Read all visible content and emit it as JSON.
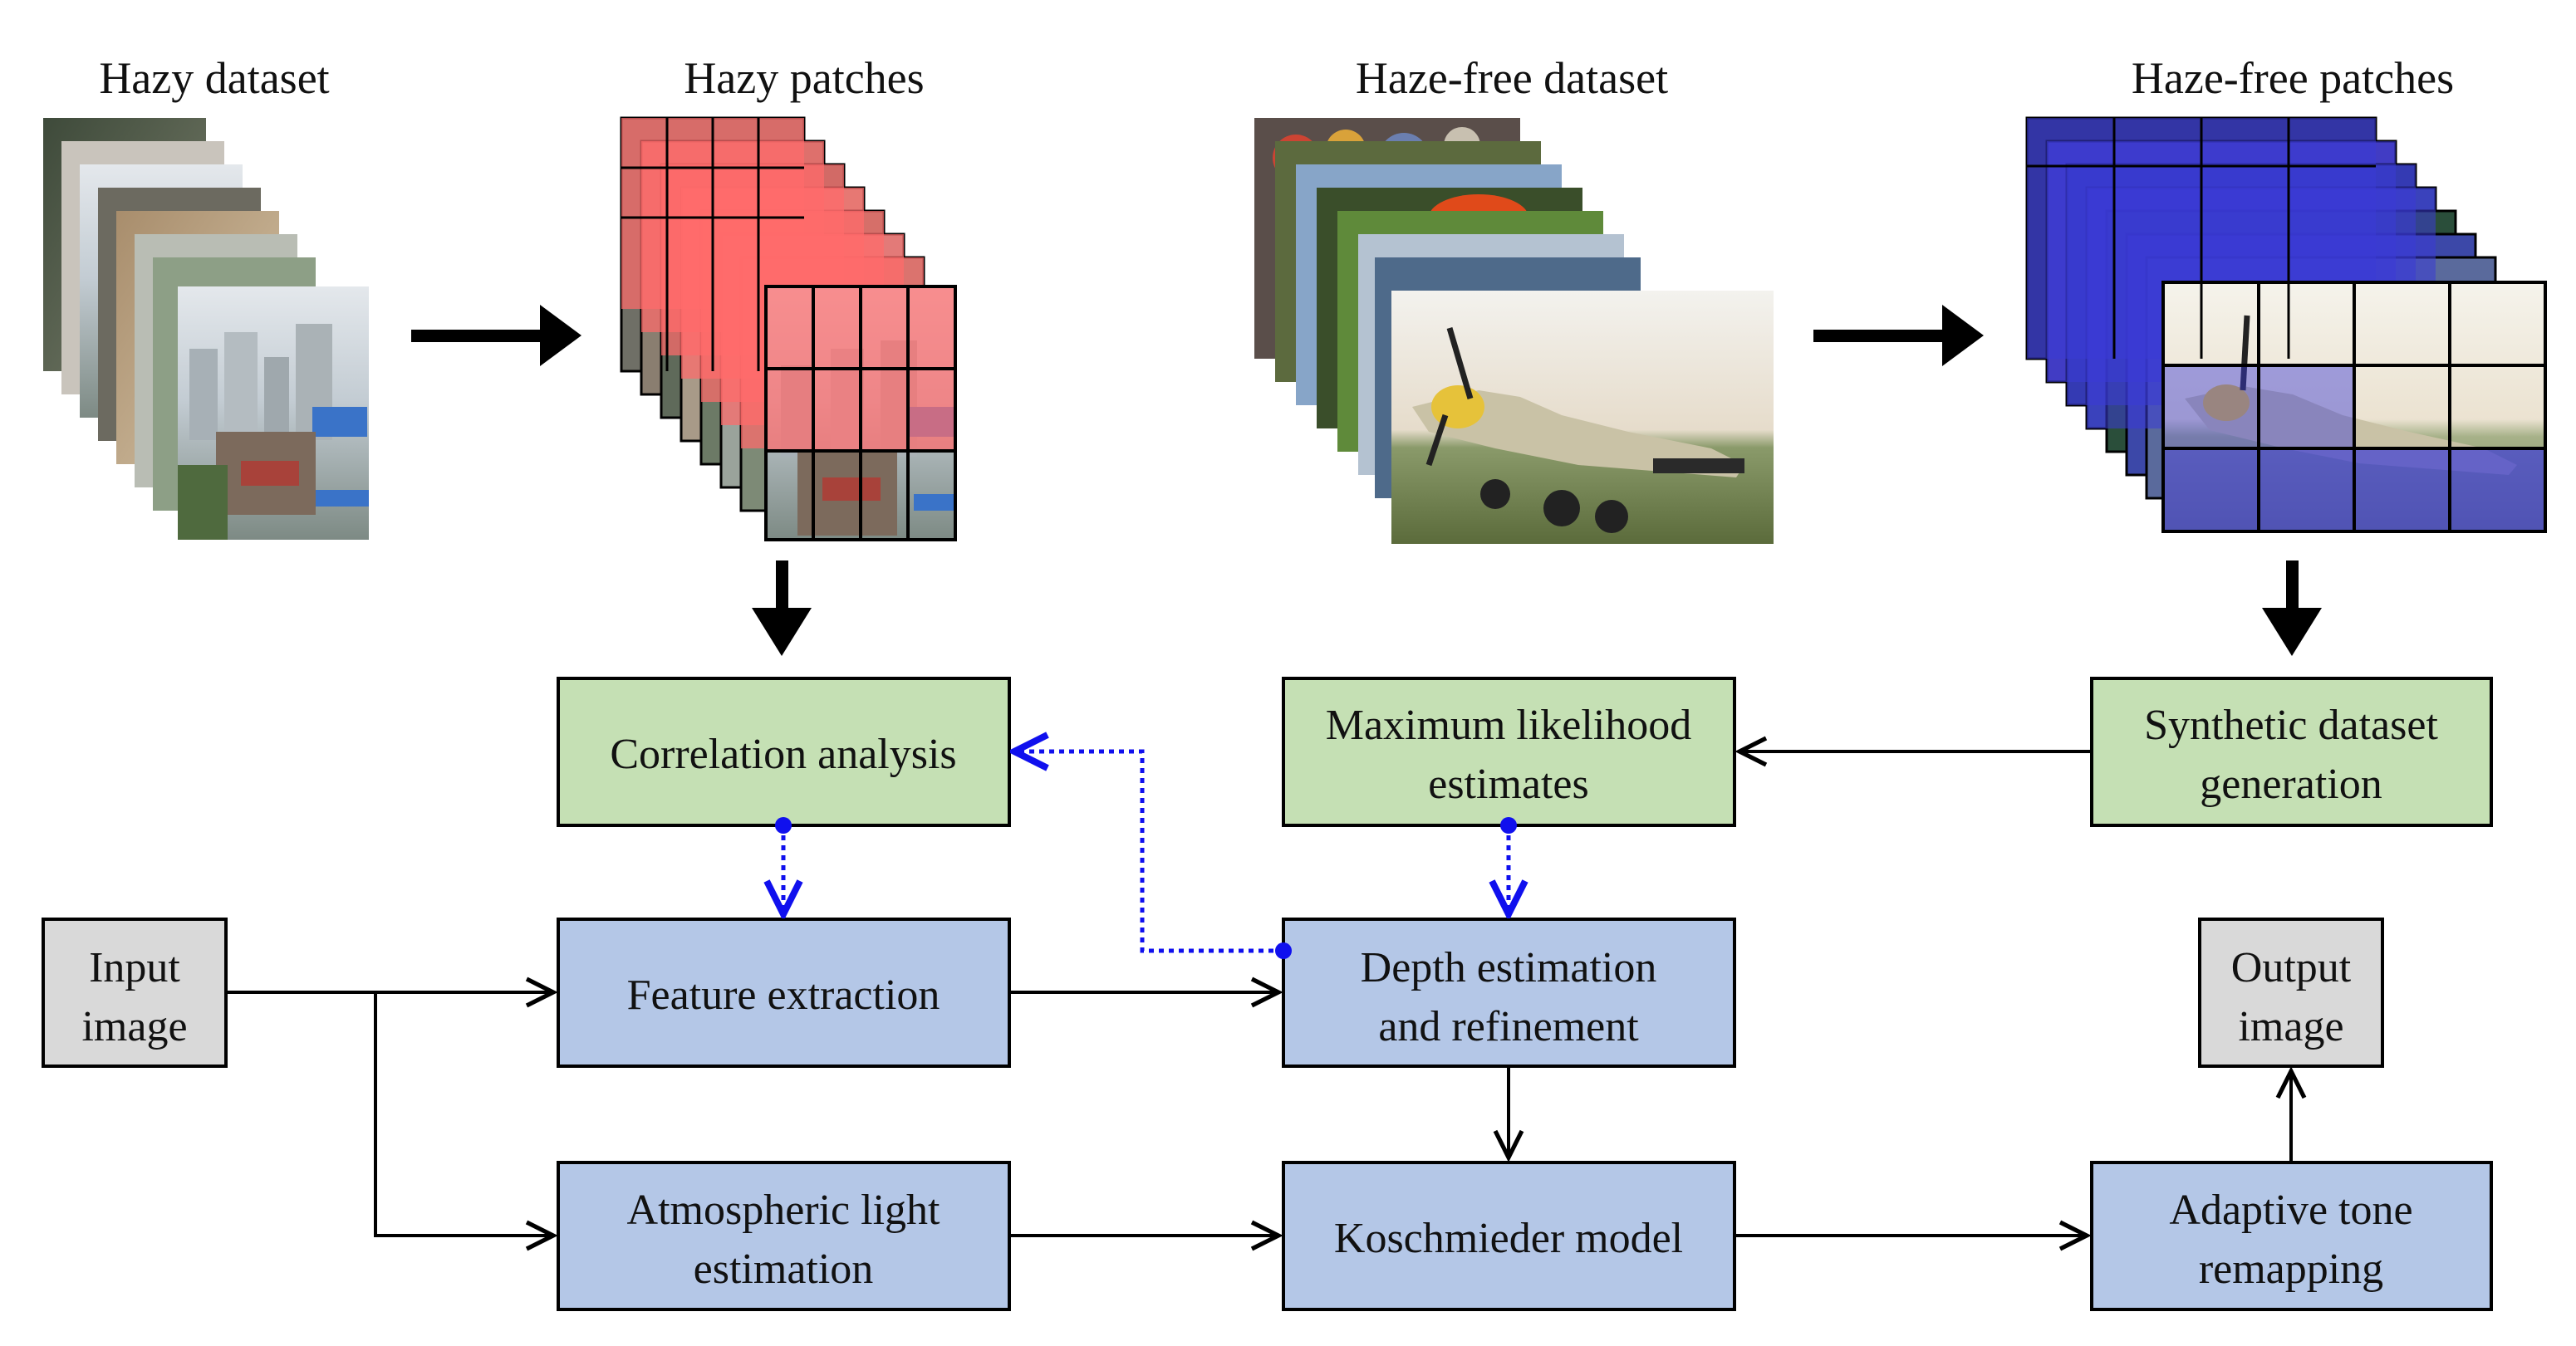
{
  "captions": {
    "hazy_dataset": "Hazy dataset",
    "hazy_patches": "Hazy patches",
    "hazefree_dataset": "Haze-free dataset",
    "hazefree_patches": "Haze-free patches"
  },
  "boxes": {
    "correlation": [
      "Correlation analysis"
    ],
    "mle": [
      "Maximum likelihood",
      "estimates"
    ],
    "synthetic": [
      "Synthetic dataset",
      "generation"
    ],
    "input": [
      "Input",
      "image"
    ],
    "feature": [
      "Feature extraction"
    ],
    "depth": [
      "Depth estimation",
      "and refinement"
    ],
    "output": [
      "Output",
      "image"
    ],
    "atmospheric": [
      "Atmospheric light",
      "estimation"
    ],
    "koschmieder": [
      "Koschmieder model"
    ],
    "tone": [
      "Adaptive tone",
      "remapping"
    ]
  },
  "colors": {
    "green_box": "#c5e0b4",
    "blue_box": "#b4c7e7",
    "gray_box": "#d9d9d9",
    "red_overlay": "#ff6b6b",
    "blue_overlay": "#3b3bd6",
    "dotted_link": "#1010ee",
    "arrow": "#000000"
  }
}
